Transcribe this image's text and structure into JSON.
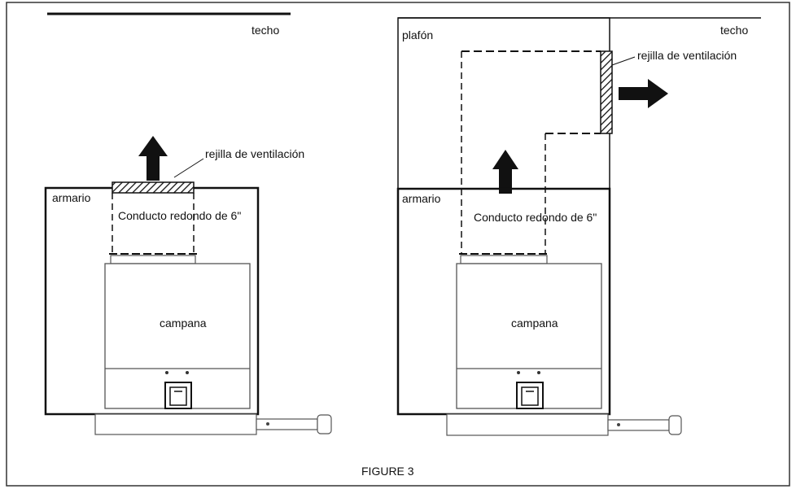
{
  "figure": {
    "caption": "FIGURE 3",
    "left": {
      "ceiling_label": "techo",
      "cabinet_label": "armario",
      "duct_label": "Conducto redondo de 6\"",
      "vent_label": "rejilla de ventilación",
      "hood_label": "campana"
    },
    "right": {
      "ceiling_label": "techo",
      "soffit_label": "plafón",
      "cabinet_label": "armario",
      "duct_label": "Conducto redondo de 6\"",
      "vent_label": "rejilla de ventilación",
      "hood_label": "campana"
    }
  },
  "colors": {
    "line": "#111111",
    "panel": "#ffffff",
    "hood_outline": "#555555"
  }
}
